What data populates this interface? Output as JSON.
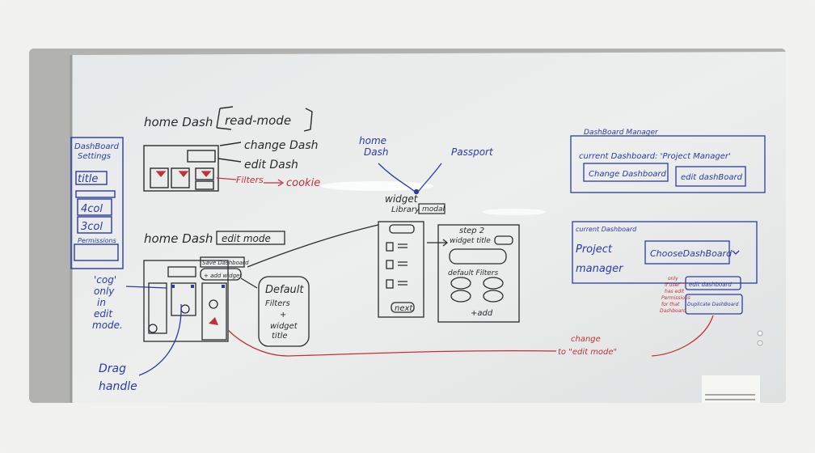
{
  "colors": {
    "black_marker": "#2a2a2e",
    "blue_marker": "#2a3aa8",
    "red_marker": "#c0323a",
    "board": "#e9eceb",
    "wall": "#b5b6b4"
  },
  "board": {
    "read_mode": {
      "title": "home Dash",
      "mode": "read-mode",
      "change_dash": "change Dash",
      "edit_dash": "edit Dash",
      "filters": "Filters",
      "cookie": "cookie"
    },
    "edit_mode": {
      "title": "home Dash",
      "mode": "edit mode",
      "save_dashboard": "Save Dashboard",
      "add_widget": "+ add widget",
      "default_filters": "Default",
      "default_filters_2": "Filters",
      "plus": "+",
      "widget": "widget",
      "title_word": "title"
    },
    "settings_panel": {
      "heading_1": "DashBoard",
      "heading_2": "Settings",
      "title": "title",
      "four_col": "4col",
      "three_col": "3col",
      "permissions": "Permissions",
      "cog_1": "'cog'",
      "cog_2": "only",
      "cog_3": "in",
      "cog_4": "edit",
      "cog_5": "mode."
    },
    "drag": {
      "line_1": "Drag",
      "line_2": "handle"
    },
    "arrows": {
      "home_dash_1": "home",
      "home_dash_2": "Dash",
      "passport": "Passport"
    },
    "widget_library": {
      "title_1": "widget",
      "title_2": "Library",
      "modal": "modal",
      "next": "next",
      "step2": "step 2",
      "widget_title": "widget title",
      "default_filters": "default Filters",
      "add": "+add"
    },
    "dashboard_manager": {
      "heading": "DashBoard Manager",
      "current": "current Dashboard: 'Project Manager'",
      "change": "Change Dashboard",
      "edit": "edit dashBoard"
    },
    "current_dashboard": {
      "heading": "current Dashboard",
      "project": "Project",
      "manager": "manager",
      "choose": "ChooseDashBoard",
      "edit_btn": "edit dashboard",
      "duplicate_btn": "Duplicate DashBoard",
      "note_1": "only",
      "note_2": "if user",
      "note_3": "has edit",
      "note_4": "Permissions",
      "note_5": "for that",
      "note_6": "Dashboard"
    },
    "change_note": {
      "line_1": "change",
      "line_2": "to \"edit mode\""
    }
  }
}
